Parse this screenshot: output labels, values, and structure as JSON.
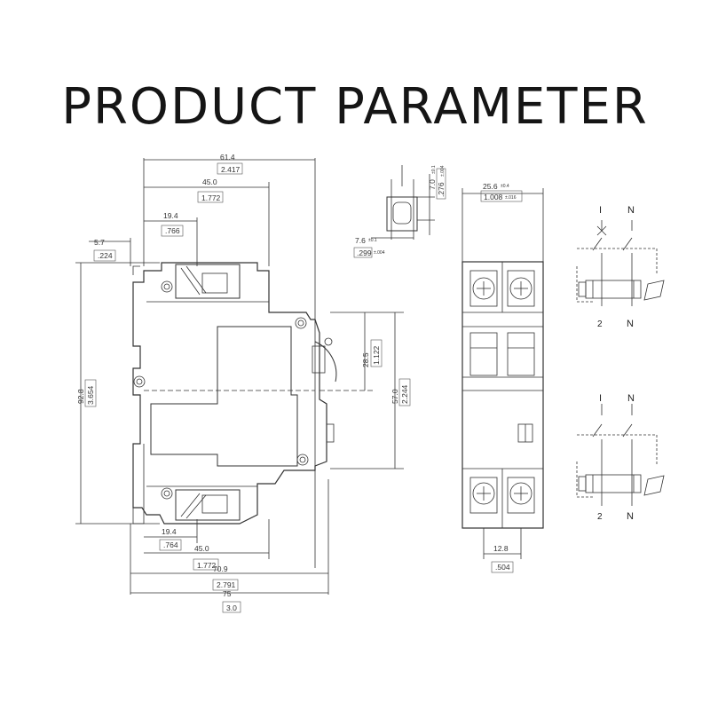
{
  "title": "PRODUCT PARAMETER",
  "side_view": {
    "top_dims": [
      {
        "value": "61.4",
        "inch": "2.417"
      },
      {
        "value": "45.0",
        "inch": "1.772"
      },
      {
        "value": "19.4",
        "inch": ".766"
      },
      {
        "value": "5.7",
        "inch": ".224"
      }
    ],
    "left_height": {
      "value": "92.8",
      "inch": "3.654"
    },
    "right_dims": [
      {
        "value": "28.5",
        "inch": "1.122"
      },
      {
        "value": "57.0",
        "inch": "2.244"
      }
    ],
    "bottom_dims": [
      {
        "value": "19.4",
        "inch": ".764"
      },
      {
        "value": "45.0",
        "inch": "1.772"
      },
      {
        "value": "70.9",
        "inch": "2.791"
      },
      {
        "value": "75",
        "inch": "3.0"
      }
    ]
  },
  "terminal_detail": {
    "height": {
      "value": "7.0",
      "tol": "±0.1",
      "inch": ".276",
      "inch_tol": "±.004"
    },
    "width": {
      "value": "7.6",
      "tol": "±0.1",
      "inch": ".299",
      "inch_tol": "±.004"
    }
  },
  "front_view": {
    "width": {
      "value": "25.6",
      "tol": "±0.4",
      "inch": "1.008",
      "inch_tol": "±.016"
    },
    "pitch": {
      "value": "12.8",
      "inch": ".504"
    }
  },
  "schematics": [
    {
      "top_left": "I",
      "top_right": "N",
      "bottom_left": "2",
      "bottom_right": "N"
    },
    {
      "top_left": "I",
      "top_right": "N",
      "bottom_left": "2",
      "bottom_right": "N"
    }
  ]
}
